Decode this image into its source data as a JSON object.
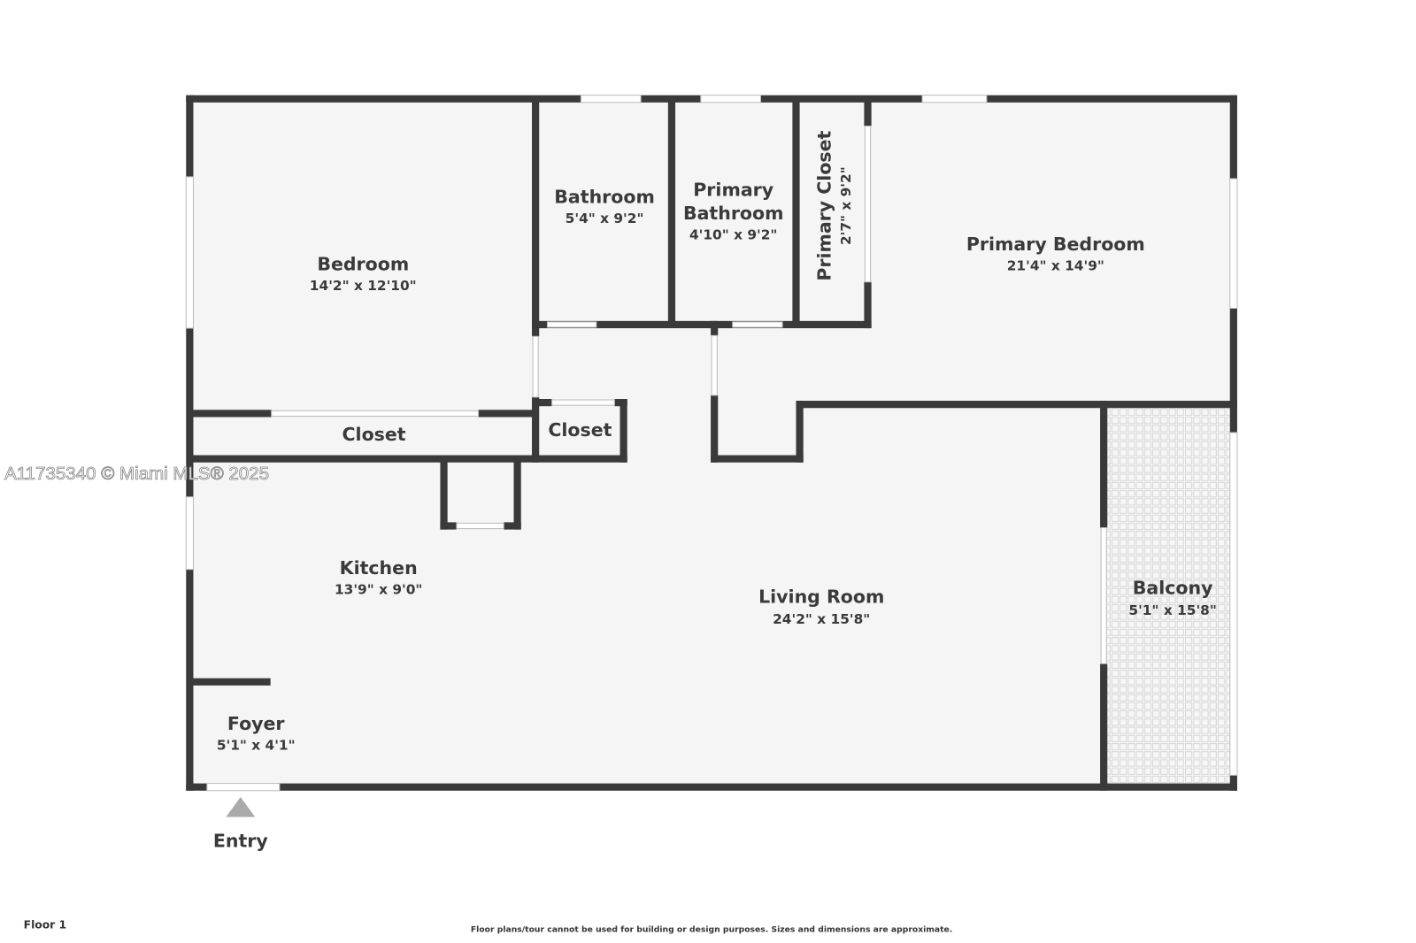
{
  "rooms": {
    "bedroom": {
      "name": "Bedroom",
      "dims": "14'2\" x 12'10\""
    },
    "bathroom": {
      "name": "Bathroom",
      "dims": "5'4\" x 9'2\""
    },
    "primary_bathroom": {
      "name_line1": "Primary",
      "name_line2": "Bathroom",
      "dims": "4'10\" x 9'2\""
    },
    "primary_closet": {
      "name": "Primary Closet",
      "dims": "2'7\" x 9'2\""
    },
    "primary_bedroom": {
      "name": "Primary Bedroom",
      "dims": "21'4\" x 14'9\""
    },
    "closet_bedroom": {
      "name": "Closet"
    },
    "closet_hall": {
      "name": "Closet"
    },
    "kitchen": {
      "name": "Kitchen",
      "dims": "13'9\" x 9'0\""
    },
    "living_room": {
      "name": "Living Room",
      "dims": "24'2\" x 15'8\""
    },
    "balcony": {
      "name": "Balcony",
      "dims": "5'1\" x 15'8\""
    },
    "foyer": {
      "name": "Foyer",
      "dims": "5'1\" x 4'1\""
    }
  },
  "entry_label": "Entry",
  "floor_label": "Floor 1",
  "disclaimer": "Floor plans/tour cannot be used for building or design purposes. Sizes and dimensions are approximate.",
  "watermark": "A11735340 © Miami MLS® 2025",
  "colors": {
    "wall": "#3a3a3a",
    "floor": "#f5f5f5",
    "background": "#ffffff"
  }
}
